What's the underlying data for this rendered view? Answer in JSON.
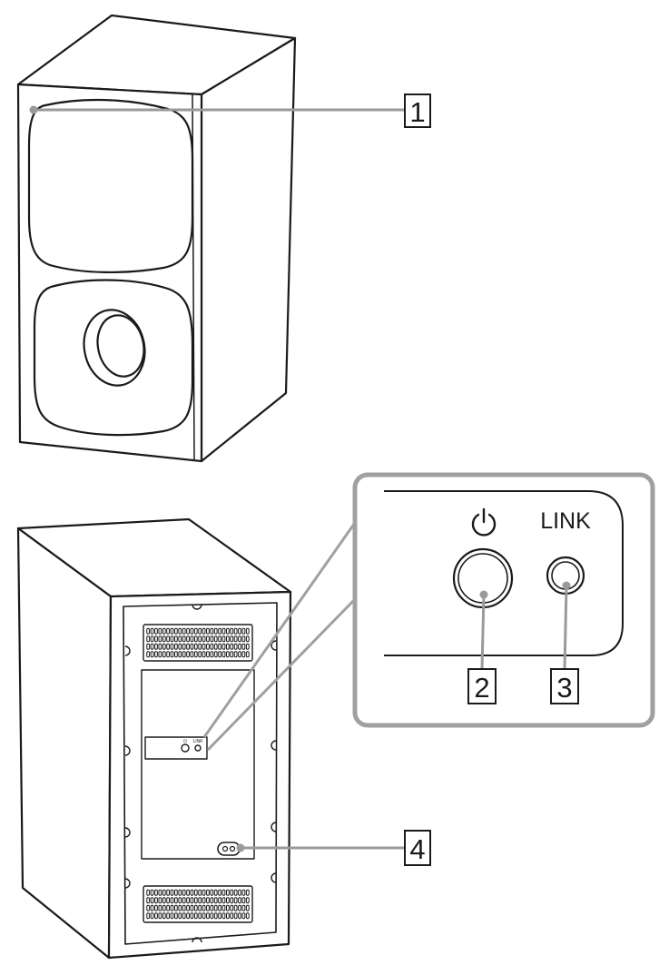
{
  "callouts": {
    "front_cabinet": "1",
    "power_button": "2",
    "link_button": "3",
    "power_connector": "4"
  },
  "panel": {
    "power_symbol_icon": "power-icon",
    "link_label": "LINK"
  },
  "rear_mini_panel": {
    "link_label": "LINK"
  },
  "colors": {
    "outline": "#1a1a1a",
    "leader_line": "#9a9a9a",
    "inset_border": "#a0a0a0"
  }
}
